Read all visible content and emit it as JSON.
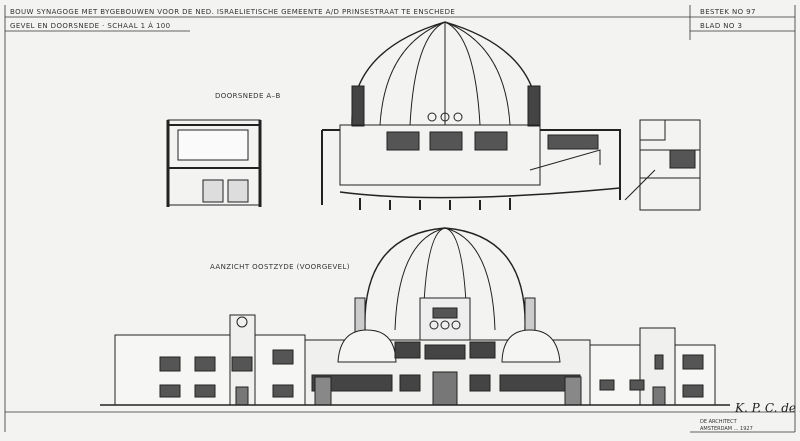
{
  "header": {
    "title": "Bouw synagoge met bygebouwen voor de Ned. Israelietische Gemeente a/d Prinsestraat te Enschede",
    "subtitle": "Gevel en doorsnede",
    "scale": "Schaal 1 à 100",
    "bestek": "Bestek No 97",
    "blad": "Blad No 3"
  },
  "drawings": {
    "section_label": "Doorsnede A–B",
    "elevation_label": "Aanzicht oostzyde (voorgevel)"
  },
  "footer": {
    "architect_label": "De architect",
    "location_date": "Amsterdam ... 1927",
    "signature": "K. P. C. de Bazel"
  }
}
